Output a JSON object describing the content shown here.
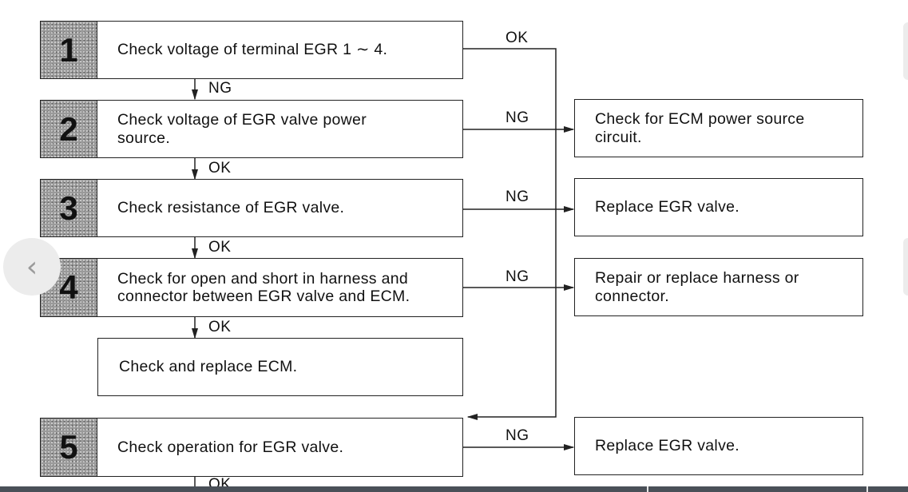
{
  "steps": [
    {
      "num": "1",
      "text": "Check voltage of terminal EGR 1 ∼ 4."
    },
    {
      "num": "2",
      "text": "Check voltage of EGR valve power source."
    },
    {
      "num": "3",
      "text": "Check resistance of EGR valve."
    },
    {
      "num": "4",
      "text": "Check for open and short in harness and connector between EGR valve and ECM."
    },
    {
      "num": "5",
      "text": "Check operation for EGR valve."
    }
  ],
  "ecm_box": {
    "text": "Check and replace ECM."
  },
  "results": [
    {
      "text": "Check for ECM power source circuit."
    },
    {
      "text": "Replace EGR valve."
    },
    {
      "text": "Repair or replace harness or connector."
    },
    {
      "text": "Replace EGR valve."
    }
  ],
  "connectors": {
    "step1_right": "OK",
    "step1_down": "NG",
    "step2_right": "NG",
    "step2_down": "OK",
    "step3_right": "NG",
    "step3_down": "OK",
    "step4_right": "NG",
    "step4_down": "OK",
    "step5_right": "NG",
    "step5_down": "OK"
  },
  "nav": {
    "prev_icon": "chevron-left-icon",
    "next_icon": "chevron-right-icon",
    "prev_glyph": "‹"
  }
}
